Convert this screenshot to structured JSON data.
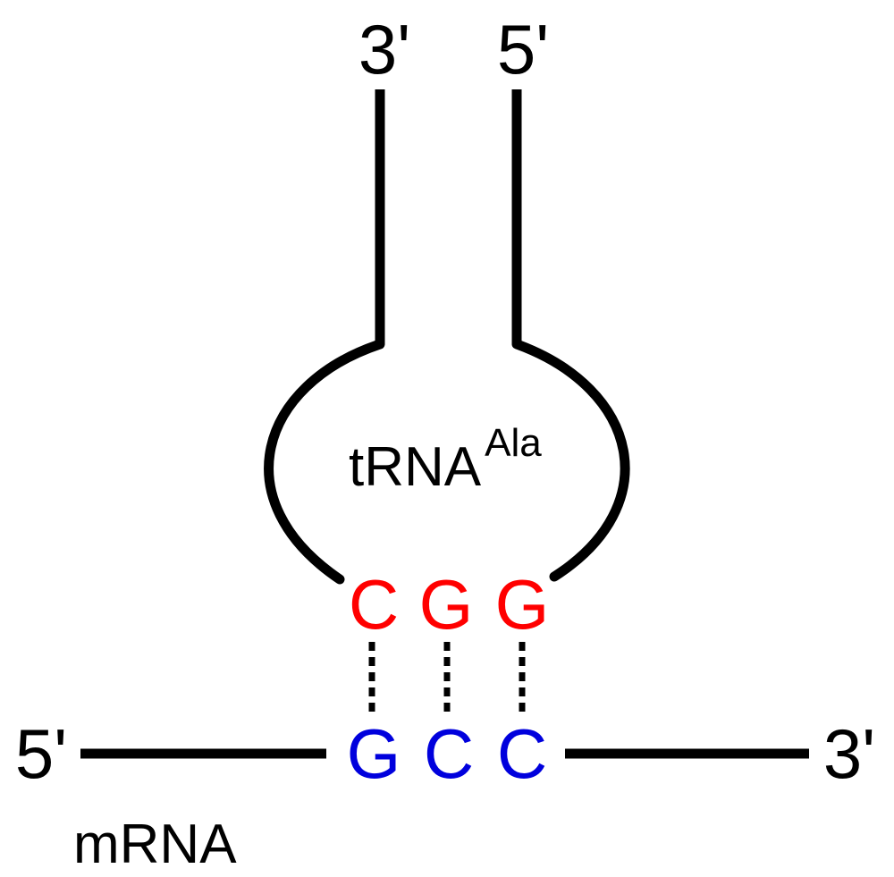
{
  "trna": {
    "end_left": "3'",
    "end_right": "5'",
    "name": "tRNA",
    "superscript": "Ala"
  },
  "anticodon": [
    "C",
    "G",
    "G"
  ],
  "codon": [
    "G",
    "C",
    "C"
  ],
  "mrna": {
    "end_left": "5'",
    "end_right": "3'",
    "name": "mRNA"
  },
  "colors": {
    "anticodon": "#ff0000",
    "codon": "#0000dd",
    "strand": "#000000"
  }
}
